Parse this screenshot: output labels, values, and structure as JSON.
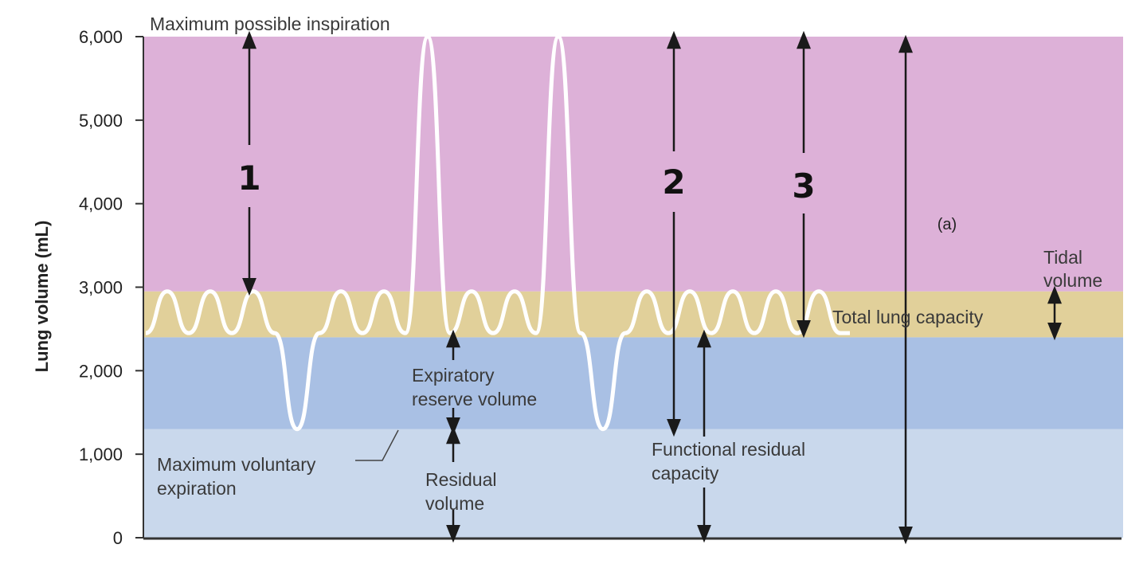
{
  "chart_data": {
    "type": "area",
    "title": "",
    "xlabel": "",
    "ylabel": "Lung volume (mL)",
    "ylim": [
      0,
      6000
    ],
    "y_ticks": [
      "6,000",
      "5,000",
      "4,000",
      "3,000",
      "2,000",
      "1,000",
      "0"
    ],
    "y_tick_values": [
      6000,
      5000,
      4000,
      3000,
      2000,
      1000,
      0
    ],
    "x_axis_shown": false,
    "grid": false,
    "bands": [
      {
        "from": 0,
        "to": 1300,
        "color": "#c9d8ec"
      },
      {
        "from": 1300,
        "to": 2400,
        "color": "#a9c0e4"
      },
      {
        "from": 2400,
        "to": 2950,
        "color": "#e1d09a"
      },
      {
        "from": 2950,
        "to": 6000,
        "color": "#ddb1d8"
      }
    ],
    "trace": {
      "color": "#ffffff",
      "tidal_min": 2450,
      "tidal_max": 2950,
      "max_inspiration": 6000,
      "max_expiration": 1300,
      "sequence": [
        "tidal",
        "tidal",
        "tidal",
        "expiration",
        "tidal",
        "tidal",
        "inspiration",
        "tidal",
        "tidal",
        "inspiration",
        "expiration",
        "tidal",
        "tidal",
        "tidal",
        "tidal",
        "tidal"
      ]
    },
    "annotations": {
      "max_inspiration": "Maximum possible inspiration",
      "max_expiration_line1": "Maximum voluntary",
      "max_expiration_line2": "expiration",
      "erv_line1": "Expiratory",
      "erv_line2": "reserve volume",
      "rv_line1": "Residual",
      "rv_line2": "volume",
      "frc_line1": "Functional residual",
      "frc_line2": "capacity",
      "tlc": "Total lung capacity",
      "tidal_line1": "Tidal",
      "tidal_line2": "volume",
      "label_a": "(a)",
      "num1": "1",
      "num2": "2",
      "num3": "3"
    },
    "colors": {
      "axis": "#333333",
      "arrow": "#1a1a1a"
    }
  }
}
